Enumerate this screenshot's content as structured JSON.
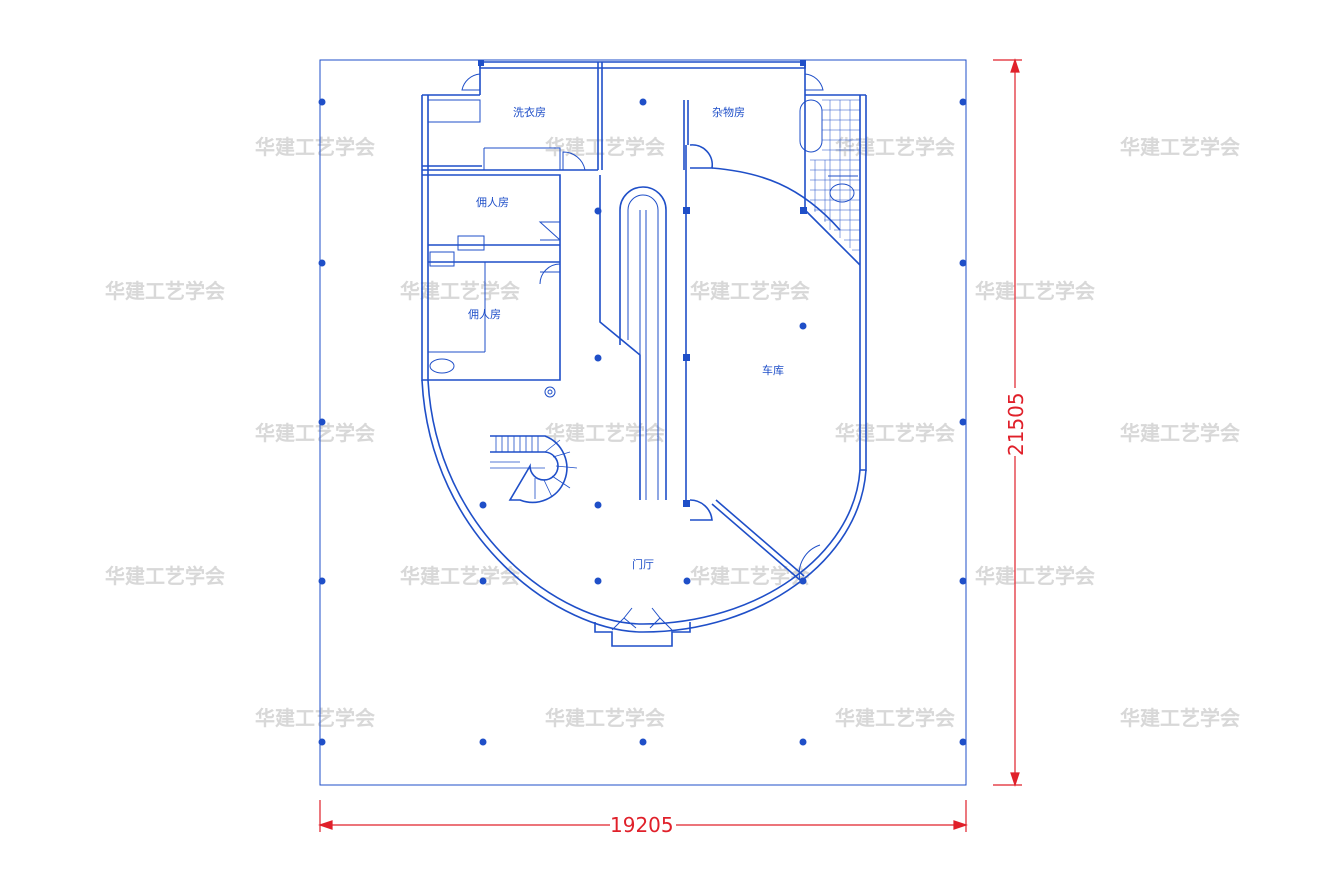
{
  "watermark": "华建工艺学会",
  "rooms": {
    "laundry": "洗衣房",
    "storage": "杂物房",
    "servant_1": "佣人房",
    "servant_2": "佣人房",
    "garage": "车库",
    "foyer": "门厅"
  },
  "dimensions": {
    "width": "19205",
    "height": "21505"
  },
  "colors": {
    "line": "#1f4fc8",
    "dimension": "#e0202a",
    "watermark": "#d8d8d8"
  }
}
